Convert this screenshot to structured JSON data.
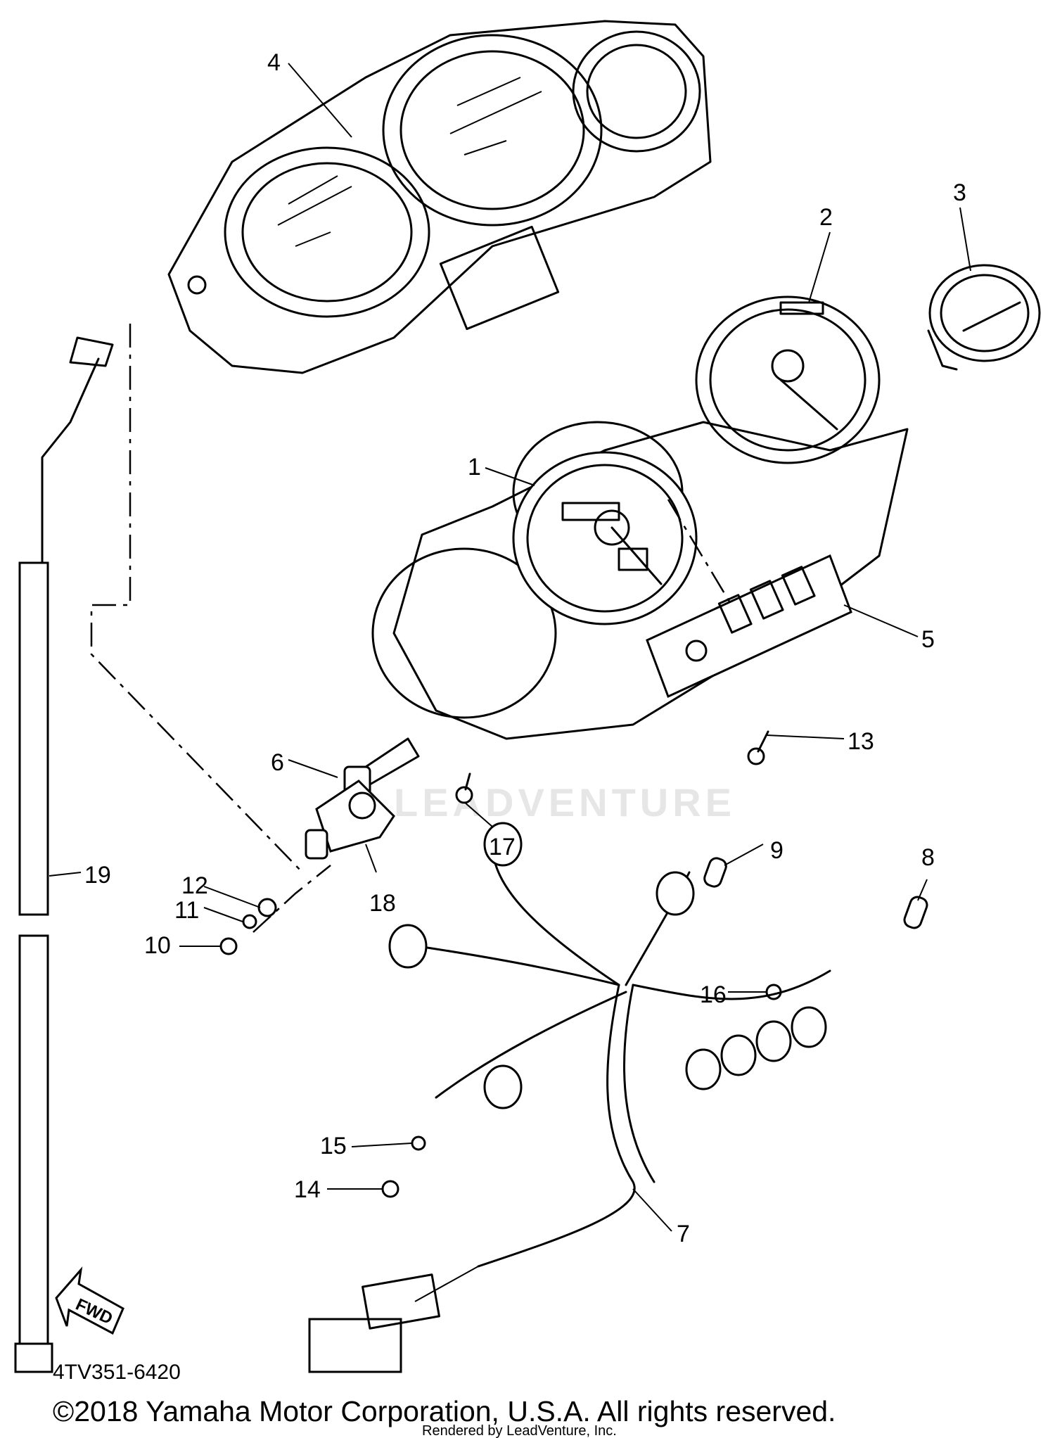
{
  "watermark": "LEADVENTURE",
  "diagram_code": "4TV351-6420",
  "copyright": "©2018 Yamaha Motor Corporation, U.S.A. All rights reserved.",
  "rendered_by": "Rendered by LeadVenture, Inc.",
  "fwd_label": "FWD",
  "callouts": [
    "1",
    "2",
    "3",
    "4",
    "5",
    "6",
    "7",
    "8",
    "9",
    "10",
    "11",
    "12",
    "13",
    "14",
    "15",
    "16",
    "17",
    "18",
    "19"
  ]
}
